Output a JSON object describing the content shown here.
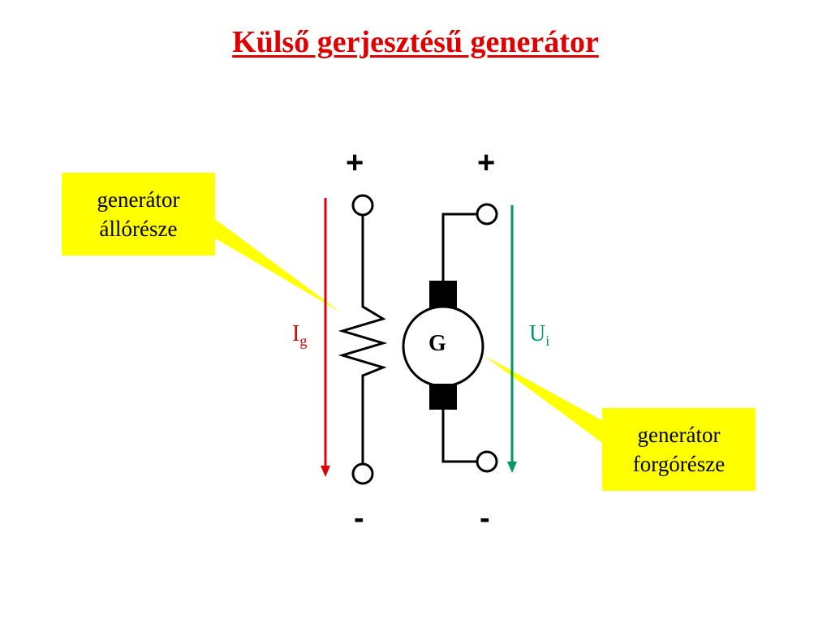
{
  "title": "Külső gerjesztésű generátor",
  "callouts": {
    "stator": {
      "line1": "generátor",
      "line2": "állórésze"
    },
    "rotor": {
      "line1": "generátor",
      "line2": "forgórésze"
    }
  },
  "terminals": {
    "left_plus": "+",
    "right_plus": "+",
    "left_minus": "-",
    "right_minus": "-"
  },
  "labels": {
    "current_main": "I",
    "current_sub": "g",
    "voltage_main": "U",
    "voltage_sub": "i",
    "generator_letter": "G"
  },
  "colors": {
    "title": "#e00000",
    "callout_bg": "#ffff00",
    "current_arrow": "#e00000",
    "voltage_arrow": "#009966"
  }
}
